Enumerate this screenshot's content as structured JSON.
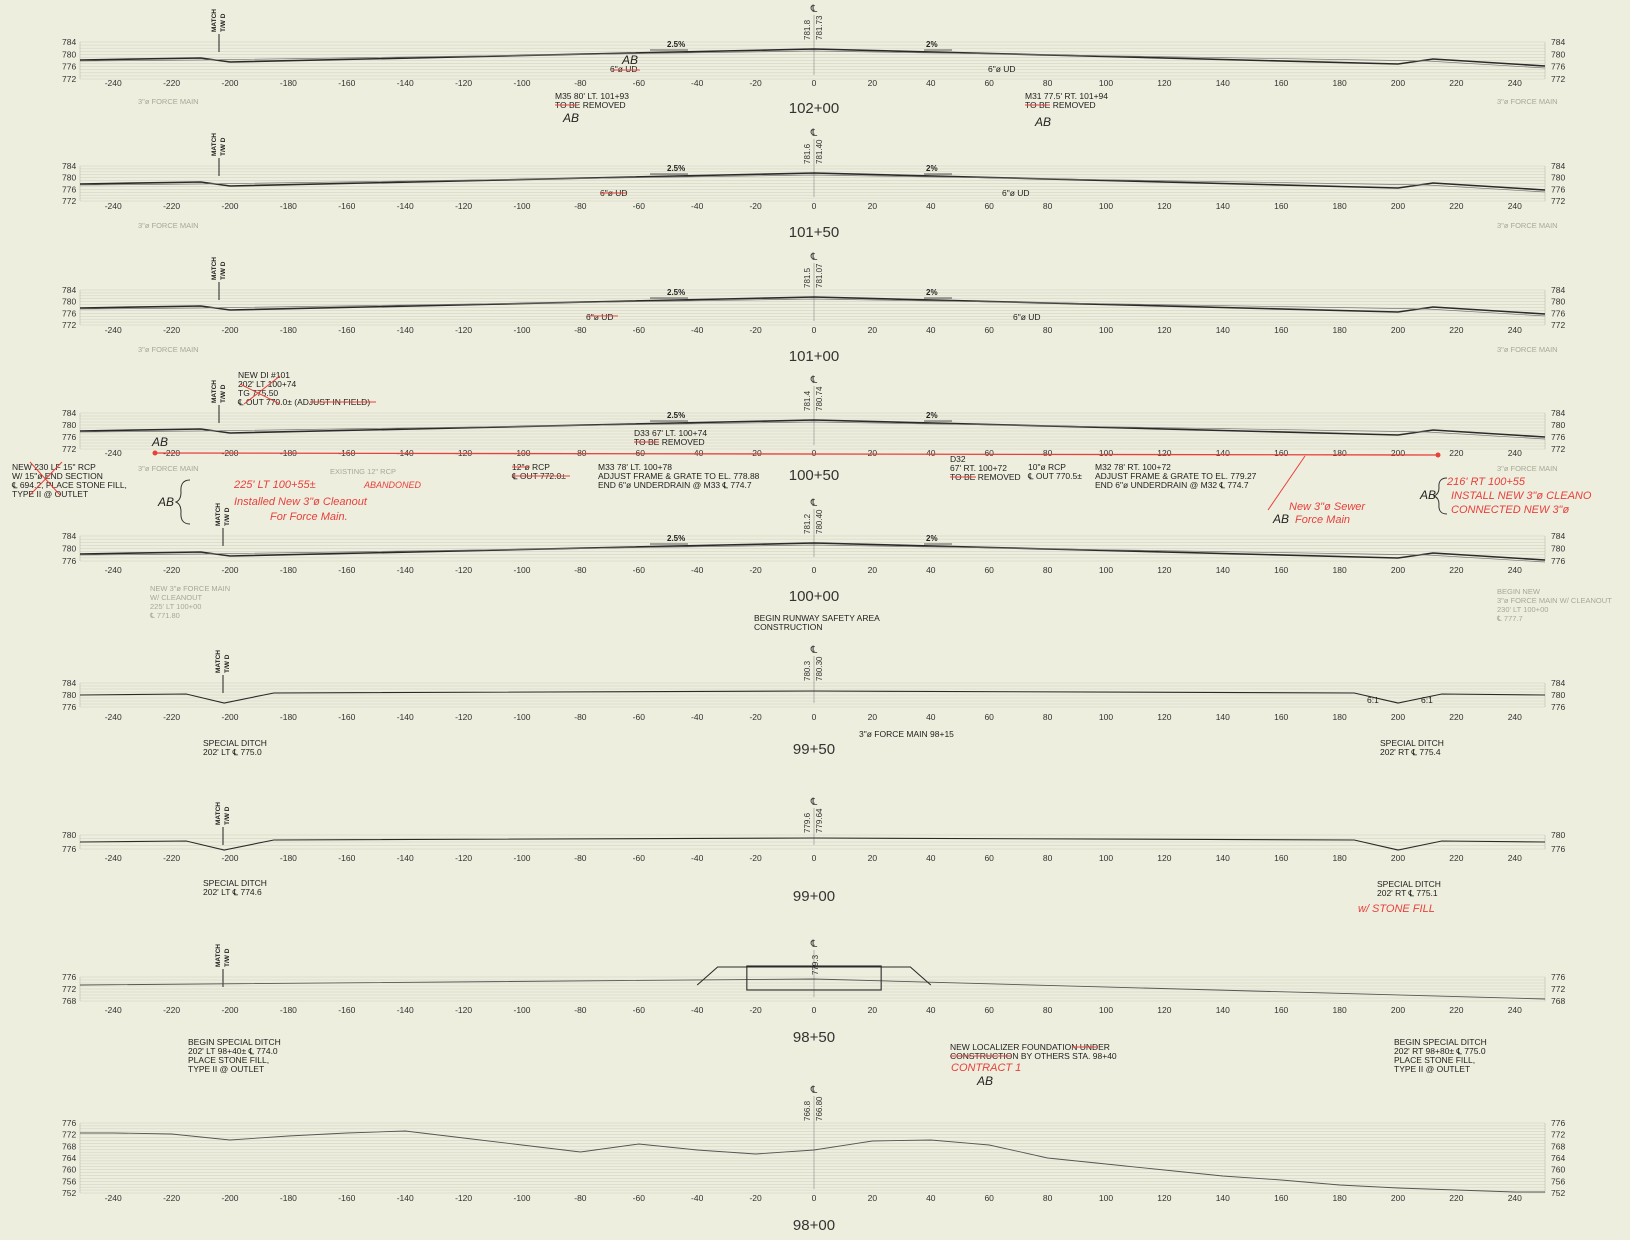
{
  "x_ticks": [
    -240,
    -220,
    -200,
    -180,
    -160,
    -140,
    -120,
    -100,
    -80,
    -60,
    -40,
    -20,
    0,
    20,
    40,
    60,
    80,
    100,
    120,
    140,
    160,
    180,
    200,
    220,
    240
  ],
  "centerline_symbol": "℄",
  "match_label": "MATCH",
  "tw_label": "T/W D",
  "slope_left": "2.5%",
  "slope_right": "2%",
  "force_main_label": "3\"ø FORCE MAIN",
  "colors": {
    "paper": "#eeeede",
    "grid": "#c6c6b6",
    "ink": "#2a2a2a",
    "redline": "#e8403c"
  },
  "sections": [
    {
      "station": "102+00",
      "y_labels": [
        "784",
        "780",
        "776",
        "772"
      ],
      "elev_existing": "781.8",
      "elev_proposed": "781.73",
      "profile": "road"
    },
    {
      "station": "101+50",
      "y_labels": [
        "784",
        "780",
        "776",
        "772"
      ],
      "elev_existing": "781.6",
      "elev_proposed": "781.40",
      "profile": "road"
    },
    {
      "station": "101+00",
      "y_labels": [
        "784",
        "780",
        "776",
        "772"
      ],
      "elev_existing": "781.5",
      "elev_proposed": "781.07",
      "profile": "road"
    },
    {
      "station": "100+50",
      "y_labels": [
        "784",
        "780",
        "776",
        "772"
      ],
      "elev_existing": "781.4",
      "elev_proposed": "780.74",
      "profile": "road"
    },
    {
      "station": "100+00",
      "y_labels": [
        "784",
        "780",
        "776"
      ],
      "elev_existing": "781.2",
      "elev_proposed": "780.40",
      "profile": "road"
    },
    {
      "station": "99+50",
      "y_labels": [
        "784",
        "780",
        "776"
      ],
      "elev_existing": "780.3",
      "elev_proposed": "780.30",
      "profile": "ditch"
    },
    {
      "station": "99+00",
      "y_labels": [
        "780",
        "776"
      ],
      "elev_existing": "779.6",
      "elev_proposed": "779.64",
      "profile": "ditch"
    },
    {
      "station": "98+50",
      "y_labels": [
        "776",
        "772",
        "768"
      ],
      "elev_existing": "",
      "elev_proposed": "779.3",
      "profile": "foundation"
    },
    {
      "station": "98+00",
      "y_labels": [
        "776",
        "772",
        "768",
        "764",
        "760",
        "756",
        "752"
      ],
      "elev_existing": "766.8",
      "elev_proposed": "766.80",
      "profile": "ground"
    }
  ],
  "notes": {
    "m35_1": "M35 80' LT. 101+93",
    "m35_2": "TO BE REMOVED",
    "m31_1": "M31 77.5' RT. 101+94",
    "m31_2": "TO BE REMOVED",
    "ud_6": "6\"ø UD",
    "di_1": "NEW DI #101",
    "di_2": "202' LT 100+74",
    "di_3": "TG 775.50",
    "di_4": "℄ OUT 770.0± (ADJUST IN FIELD)",
    "d33_1": "D33 67' LT. 100+74",
    "d33_2": "TO BE REMOVED",
    "rcp12_1": "12\"ø RCP",
    "rcp12_2": "℄ OUT 772.0±",
    "m33_1": "M33 78' LT. 100+78",
    "m33_2": "ADJUST FRAME & GRATE TO EL. 778.88",
    "m33_3": "END 6\"ø UNDERDRAIN @ M33 ℄ 774.7",
    "d32_1": "D32",
    "d32_2": "67' RT. 100+72",
    "d32_3": "TO BE REMOVED",
    "rcp10_1": "10\"ø RCP",
    "rcp10_2": "℄ OUT 770.5±",
    "m32_1": "M32 78' RT. 100+72",
    "m32_2": "ADJUST FRAME & GRATE TO EL. 779.27",
    "m32_3": "END 6\"ø UNDERDRAIN @ M32 ℄ 774.7",
    "rcp15_1": "NEW 230 LF 15\" RCP",
    "rcp15_2": "W/ 15\"ø END SECTION",
    "rcp15_3": "℄ 694.2, PLACE STONE FILL,",
    "rcp15_4": "TYPE II @ OUTLET",
    "existing_12": "EXISTING 12\" RCP",
    "fm_new_1": "NEW 3\"ø FORCE MAIN",
    "fm_new_2": "W/ CLEANOUT",
    "fm_new_3": "225' LT 100+00",
    "fm_new_4": "℄ 771.80",
    "fm_rt_1": "BEGIN NEW",
    "fm_rt_2": "3\"ø FORCE MAIN W/ CLEANOUT",
    "fm_rt_3": "230' LT 100+00",
    "fm_rt_4": "℄ 777.7",
    "rsa_1": "BEGIN RUNWAY SAFETY AREA",
    "rsa_2": "CONSTRUCTION",
    "sd_99_50_l1": "SPECIAL DITCH",
    "sd_99_50_l2": "202' LT ℄ 775.0",
    "fm_9815": "3\"ø FORCE MAIN 98+15",
    "sd_99_50_r1": "SPECIAL DITCH",
    "sd_99_50_r2": "202' RT ℄ 775.4",
    "sd_99_00_l1": "SPECIAL DITCH",
    "sd_99_00_l2": "202' LT ℄ 774.6",
    "sd_99_00_r1": "SPECIAL DITCH",
    "sd_99_00_r2": "202' RT ℄ 775.1",
    "bsd_l1": "BEGIN SPECIAL DITCH",
    "bsd_l2": "202' LT 98+40± ℄ 774.0",
    "bsd_l3": "PLACE STONE FILL,",
    "bsd_l4": "TYPE II @ OUTLET",
    "loc_1": "NEW LOCALIZER FOUNDATION UNDER",
    "loc_2": "CONSTRUCTION BY OTHERS STA. 98+40",
    "bsd_r1": "BEGIN SPECIAL DITCH",
    "bsd_r2": "202' RT 98+80± ℄ 775.0",
    "bsd_r3": "PLACE STONE FILL,",
    "bsd_r4": "TYPE II @ OUTLET",
    "slope_61": "6:1"
  },
  "redlines": {
    "ab": "AB",
    "sewer_lt_1": "225' LT 100+55±",
    "sewer_lt_2": "Installed New 3\"ø Cleanout",
    "sewer_lt_3": "For Force Main.",
    "abandoned": "ABANDONED",
    "sewer_main_1": "New 3\"ø Sewer",
    "sewer_main_2": "Force Main",
    "sewer_rt_1": "216' RT 100+55",
    "sewer_rt_2": "INSTALL NEW 3\"ø CLEANO",
    "sewer_rt_3": "CONNECTED NEW 3\"ø",
    "stone_fill": "w/ STONE FILL",
    "contract": "CONTRACT 1"
  }
}
